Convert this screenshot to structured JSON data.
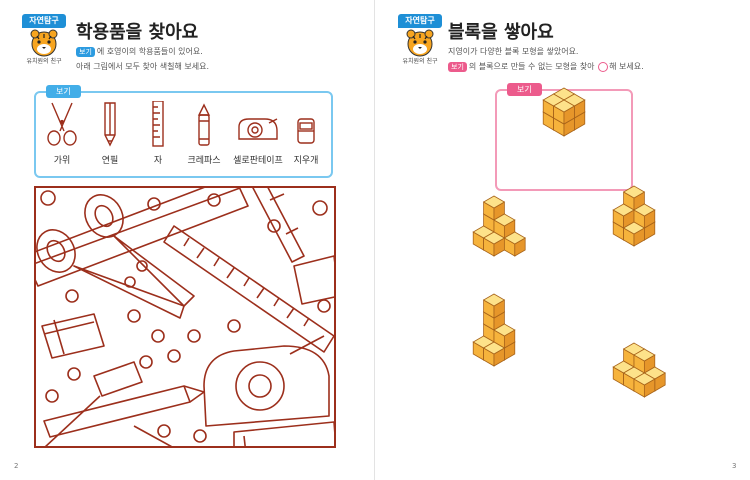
{
  "left": {
    "badge_label": "자연탐구",
    "badge_caption": "유치원의 친구",
    "title": "학용품을 찾아요",
    "instruction_pill": "보기",
    "instruction_line1": "에 호영이의 학용품들이 있어요.",
    "instruction_line2": "아래 그림에서 모두 찾아 색칠해 보세요.",
    "box_tab": "보기",
    "tools": [
      {
        "label": "가위",
        "icon": "scissors-icon"
      },
      {
        "label": "연필",
        "icon": "pencil-icon"
      },
      {
        "label": "자",
        "icon": "ruler-icon"
      },
      {
        "label": "크레파스",
        "icon": "crayon-icon"
      },
      {
        "label": "셀로판테이프",
        "icon": "tape-dispenser-icon"
      },
      {
        "label": "지우개",
        "icon": "eraser-icon"
      }
    ],
    "page_number": "2"
  },
  "right": {
    "badge_label": "자연탐구",
    "badge_caption": "유치원의 친구",
    "title": "블록을 쌓아요",
    "instruction_line1": "지영이가 다양한 블록 모형을 쌓았어요.",
    "instruction_pill": "보기",
    "instruction_line2a": "의 블록으로 만들 수 없는 모형을 찾아",
    "instruction_line2b": "해 보세요.",
    "box_tab": "보기",
    "page_number": "3"
  },
  "colors": {
    "line_art": "#9c2f1c",
    "blue_frame": "#7ac8f0",
    "pink_frame": "#f39ab8",
    "block_top": "#fde28a",
    "block_left": "#f6b33c",
    "block_right": "#e6962a"
  }
}
